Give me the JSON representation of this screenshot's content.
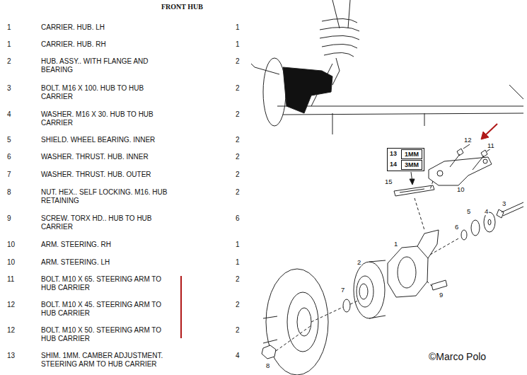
{
  "diagram": {
    "title": "FRONT HUB",
    "nodes": [
      {
        "text": [
          "13",
          "14"
        ]
      },
      {
        "text": [
          "1MM"
        ],
        "in": 0
      },
      {
        "text": [
          "3MM"
        ],
        "in": 0
      }
    ],
    "labels": [
      "1",
      "CARRIER. HUB. LH",
      "1",
      "1",
      "CARRIER. HUB. RH",
      "1",
      "2",
      "HUB. ASSY.. WITH FLANGE AND BEARING",
      "2",
      "3",
      "BOLT. M16 X 100. HUB TO HUB CARRIER",
      "2",
      "4",
      "WASHER. M16 X 30. HUB TO HUB CARRIER",
      "2",
      "5",
      "SHIELD. WHEEL BEARING. INNER",
      "2",
      "6",
      "WASHER. THRUST. HUB. INNER",
      "2",
      "7",
      "WASHER. THRUST. HUB. OUTER",
      "2",
      "8",
      "NUT. HEX.. SELF LOCKING. M16. HUB RETAINING",
      "2",
      "9",
      "SCREW. TORX HD.. HUB TO HUB CARRIER",
      "6",
      "10",
      "ARM. STEERING. RH",
      "1",
      "10",
      "ARM. STEERING. LH",
      "1",
      "11",
      "BOLT. M10 X 65. STEERING ARM TO HUB CARRIER",
      "2",
      "12",
      "BOLT. M10 X 45. STEERING ARM TO HUB CARRIER",
      "2",
      "12",
      "BOLT. M10 X 50. STEERING ARM TO HUB CARRIER",
      "2",
      "13",
      "SHIM. 1MM. CAMBER ADJUSTMENT. STEERING ARM TO HUB CARRIER",
      "4",
      "15",
      "12",
      "11",
      "10",
      "5",
      "4",
      "3",
      "6",
      "1",
      "2",
      "7",
      "9",
      "8",
      "©Marco Polo"
    ]
  }
}
